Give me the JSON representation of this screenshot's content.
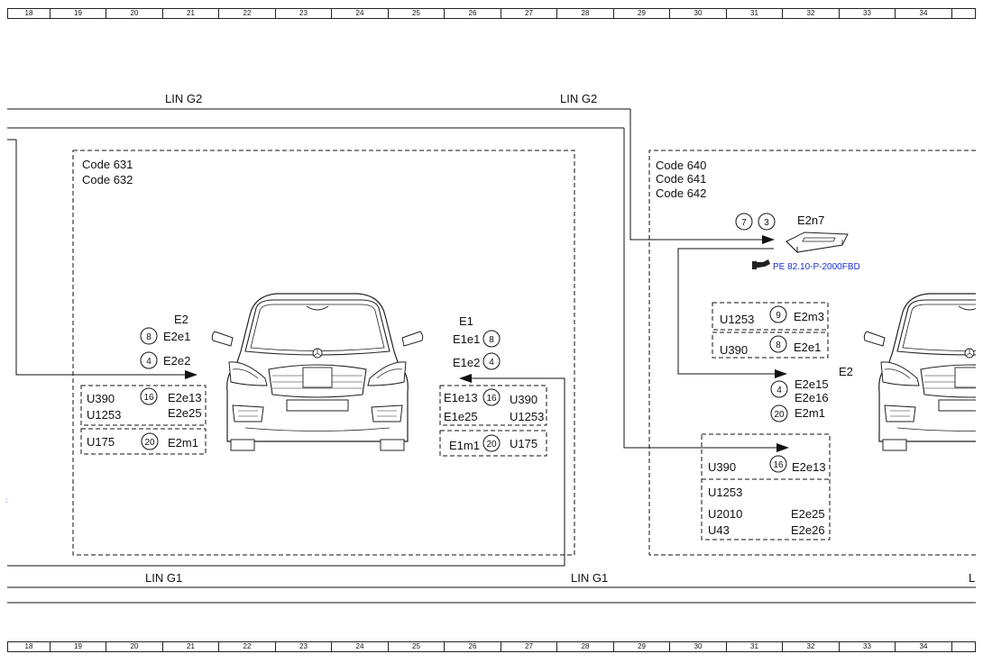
{
  "ruler": {
    "labels": [
      "18",
      "19",
      "20",
      "21",
      "22",
      "23",
      "24",
      "25",
      "26",
      "27",
      "28",
      "29",
      "30",
      "31",
      "32",
      "33",
      "34"
    ]
  },
  "bus_labels": {
    "lin_g2_left": "LIN G2",
    "lin_g2_right": "LIN G2",
    "lin_g1_left": "LIN G1",
    "lin_g1_right": "LIN G1",
    "lin_partial": "L"
  },
  "left_zone": {
    "codes": [
      "Code 631",
      "Code 632"
    ],
    "e2_header": "E2",
    "e2_rows": [
      {
        "circle": "8",
        "label": "E2e1"
      },
      {
        "circle": "4",
        "label": "E2e2"
      }
    ],
    "e1_header": "E1",
    "e1_rows": [
      {
        "label": "E1e1",
        "circle": "8"
      },
      {
        "label": "E1e2",
        "circle": "4"
      }
    ],
    "box_left_a": {
      "left1": "U390",
      "left2": "U1253",
      "circle": "16",
      "right1": "E2e13",
      "right2": "E2e25"
    },
    "box_left_b": {
      "left": "U175",
      "circle": "20",
      "right": "E2m1"
    },
    "box_right_a": {
      "left1": "E1e13",
      "left2": "E1e25",
      "circle": "16",
      "right1": "U390",
      "right2": "U1253"
    },
    "box_right_b": {
      "left": "E1m1",
      "circle": "20",
      "right": "U175"
    }
  },
  "right_zone": {
    "codes": [
      "Code 640",
      "Code 641",
      "Code 642"
    ],
    "module": {
      "circle1": "7",
      "circle2": "3",
      "label": "E2n7",
      "ref_icon": "pointing-hand-icon",
      "ref": "PE 82.10-P-2000FBD"
    },
    "box_m3": {
      "left": "U1253",
      "circle": "9",
      "right": "E2m3"
    },
    "box_e1": {
      "left": "U390",
      "circle": "8",
      "right": "E2e1"
    },
    "e2_label": "E2",
    "mid_rows": [
      {
        "circle": "4",
        "label1": "E2e15",
        "label2": "E2e16"
      },
      {
        "circle": "20",
        "label1": "E2m1"
      }
    ],
    "box_bottom": {
      "row1_left": "U390",
      "row1_circle": "16",
      "row1_right": "E2e13",
      "row2_left": "U1253",
      "row3_left": "U2010",
      "row3_right": "E2e25",
      "row4_left": "U43",
      "row4_right": "E2e26"
    }
  },
  "colors": {
    "line": "#111111",
    "link": "#1a2fd6"
  }
}
